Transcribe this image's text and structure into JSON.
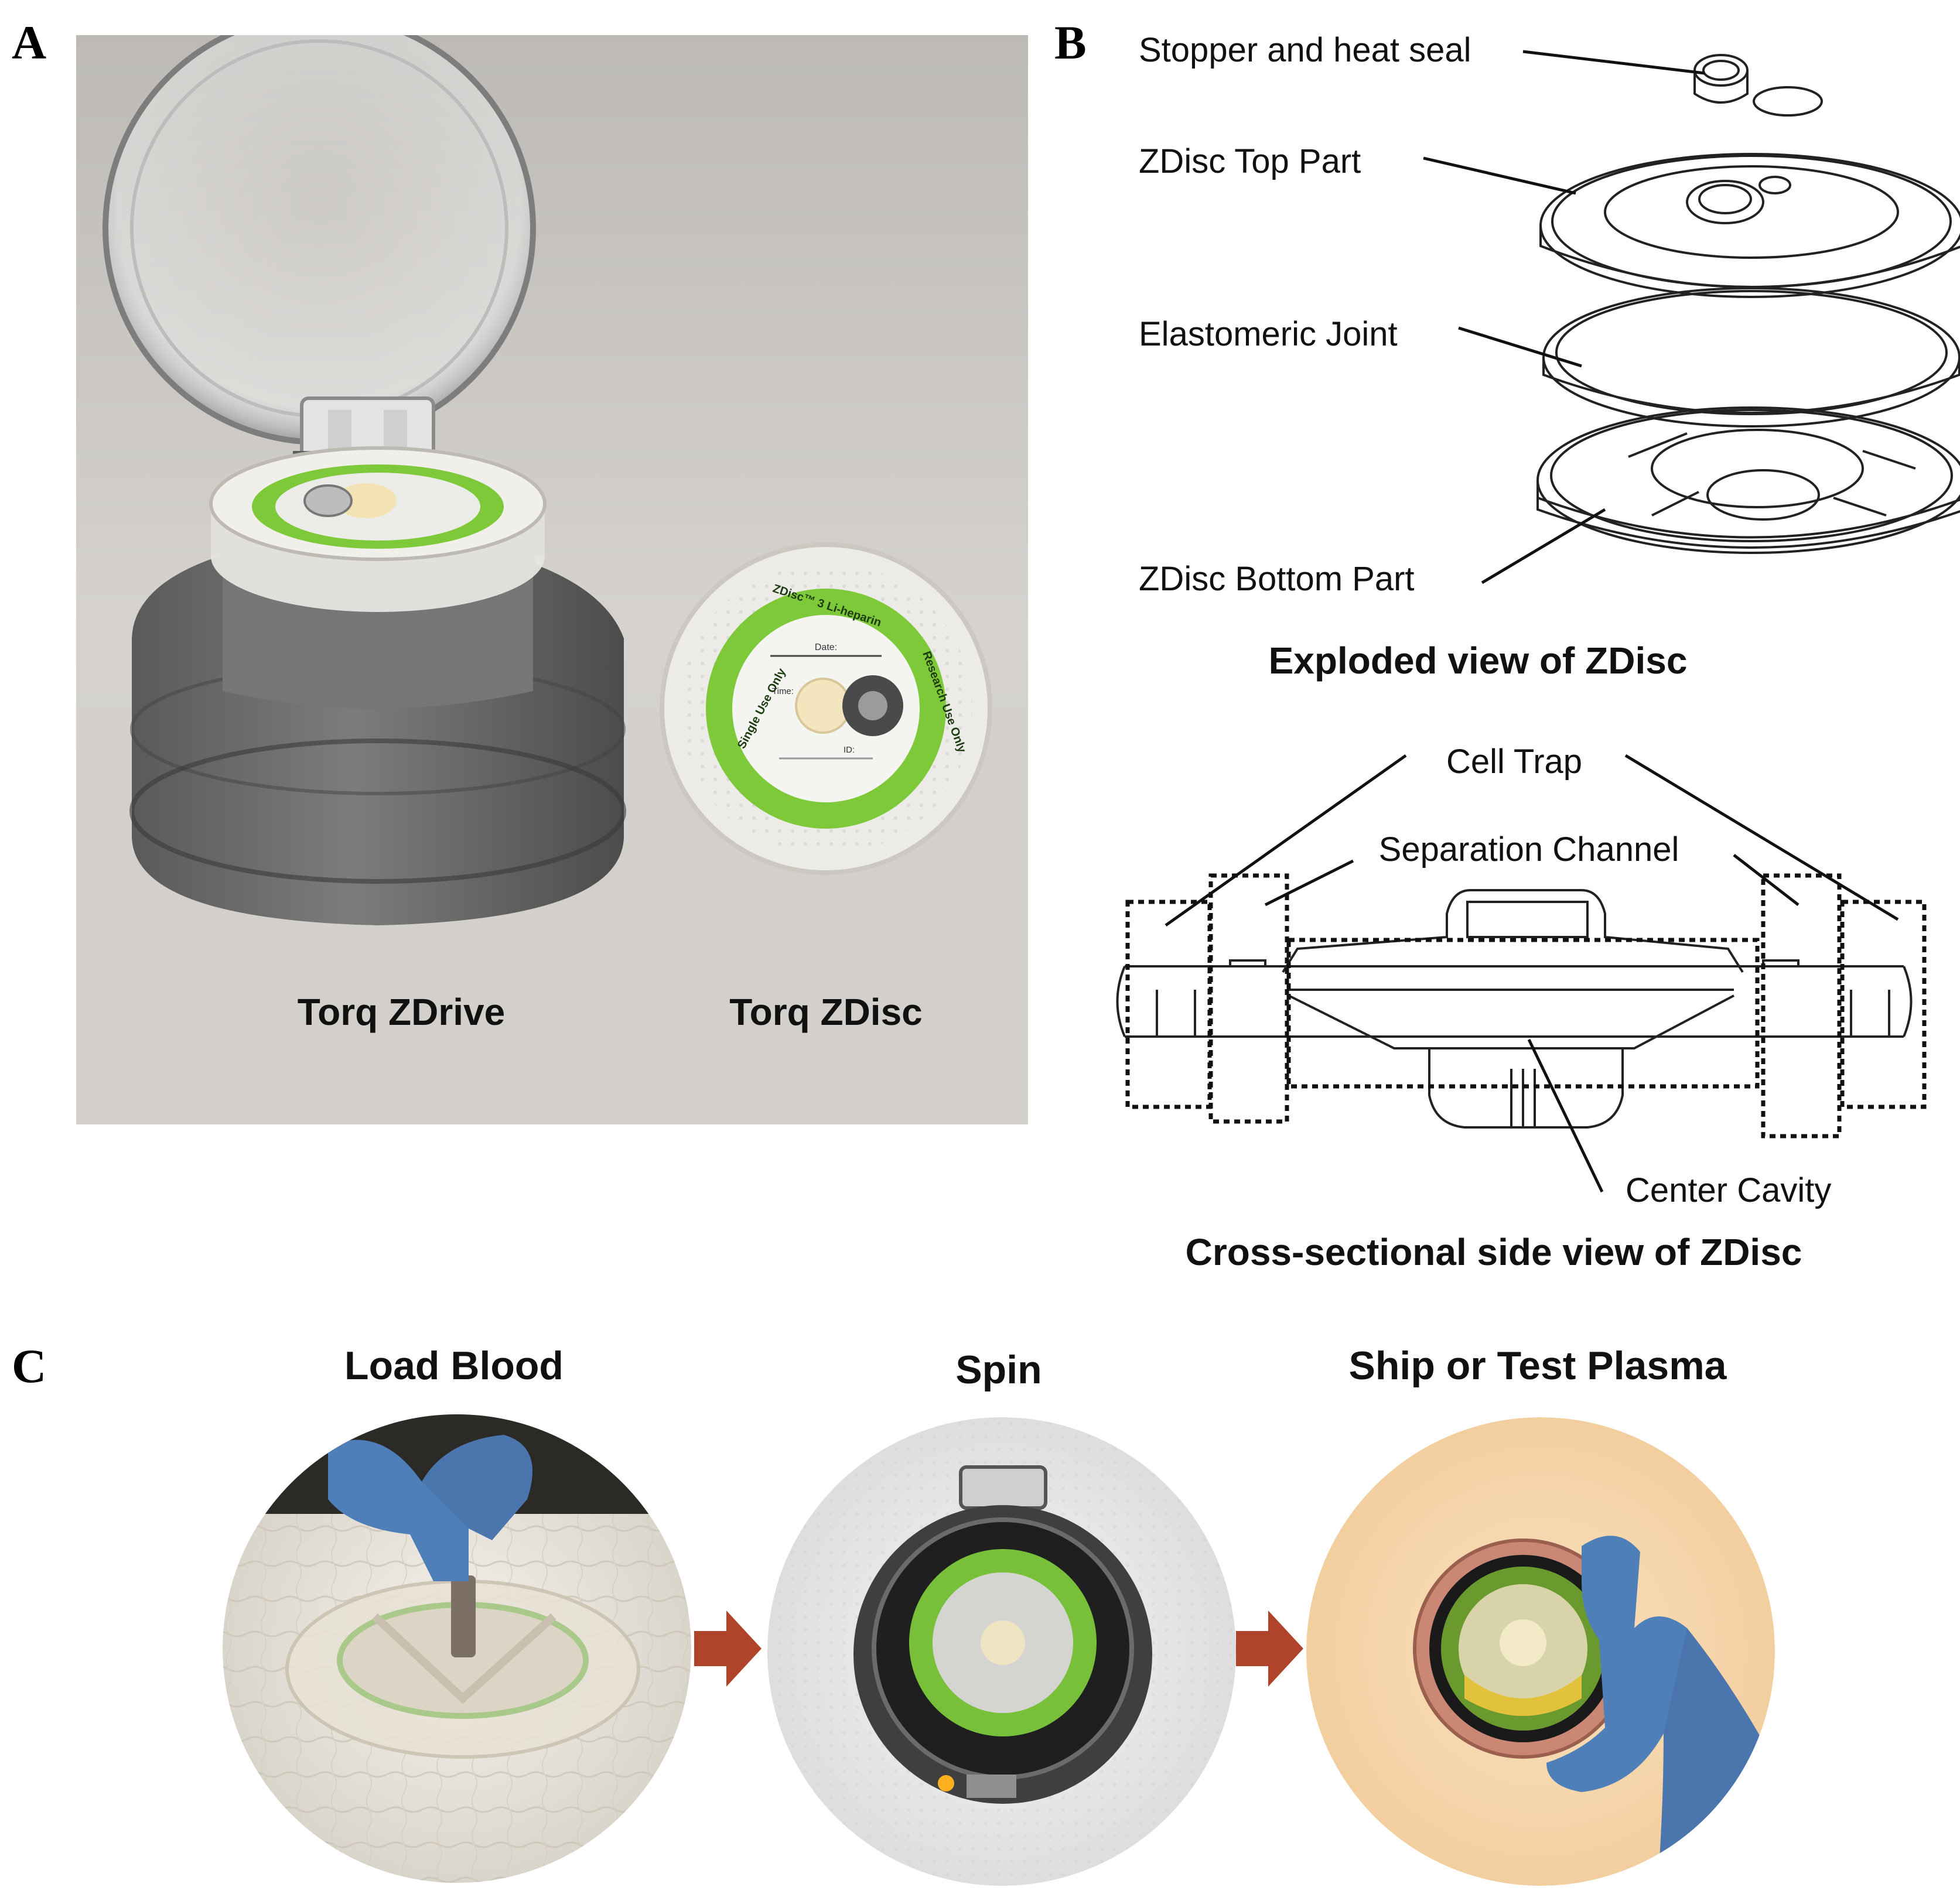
{
  "panels": {
    "a": {
      "letter": "A",
      "drive_label": "Torq ZDrive",
      "disc_label": "Torq ZDisc",
      "disc_face": {
        "brand": "ZDisc™ 3 Li-heparin",
        "date": "Date:",
        "time": "Time:",
        "id": "ID:",
        "single_use": "Single Use Only",
        "research_use": "Research Use Only"
      }
    },
    "b": {
      "letter": "B",
      "exploded": {
        "stopper": "Stopper and heat seal",
        "top": "ZDisc Top Part",
        "joint": "Elastomeric Joint",
        "bottom": "ZDisc Bottom Part",
        "caption": "Exploded view of ZDisc"
      },
      "cross": {
        "cell_trap": "Cell Trap",
        "separation": "Separation Channel",
        "center": "Center Cavity",
        "caption": "Cross-sectional side view of ZDisc"
      }
    },
    "c": {
      "letter": "C",
      "steps": [
        {
          "title": "Load Blood"
        },
        {
          "title": "Spin"
        },
        {
          "title": "Ship or Test Plasma"
        }
      ]
    }
  },
  "colors": {
    "photo_bg": "#cfccc7",
    "drive_gray": "#6f6f6f",
    "label_green": "#7ec93a",
    "glove_blue": "#4f7fb8",
    "arrow_red": "#b0442a",
    "plasma_yellow": "#e3c23b"
  }
}
